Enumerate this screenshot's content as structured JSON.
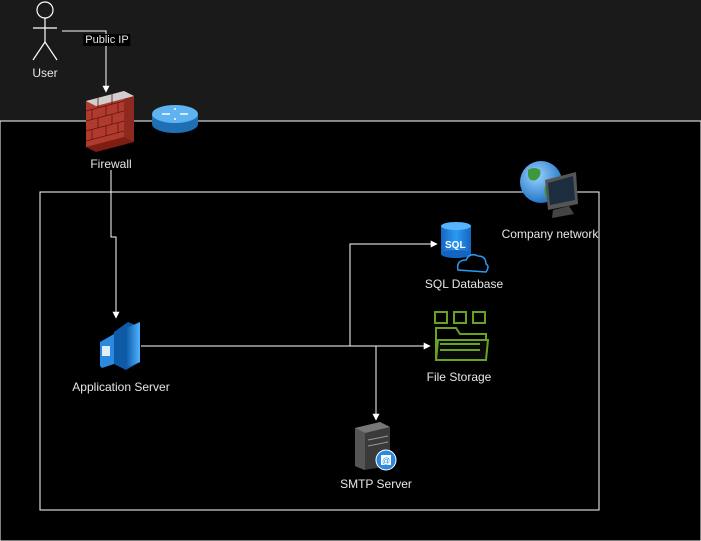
{
  "nodes": {
    "user": {
      "label": "User"
    },
    "firewall": {
      "label": "Firewall"
    },
    "company_network": {
      "label": "Company network"
    },
    "sql_database": {
      "label": "SQL Database",
      "icon_text": "SQL"
    },
    "file_storage": {
      "label": "File Storage"
    },
    "application_server": {
      "label": "Application Server"
    },
    "smtp_server": {
      "label": "SMTP Server"
    }
  },
  "edges": {
    "user_to_firewall": {
      "label": "Public IP"
    }
  },
  "colors": {
    "background_top": "#1a1a1a",
    "background": "#000000",
    "line": "#ffffff",
    "text": "#e6e6e6",
    "firewall": "#b03a2e",
    "router": "#3e9ae0",
    "sql": "#1e88d8",
    "storage": "#6aa121",
    "server": "#2a8ae0"
  }
}
